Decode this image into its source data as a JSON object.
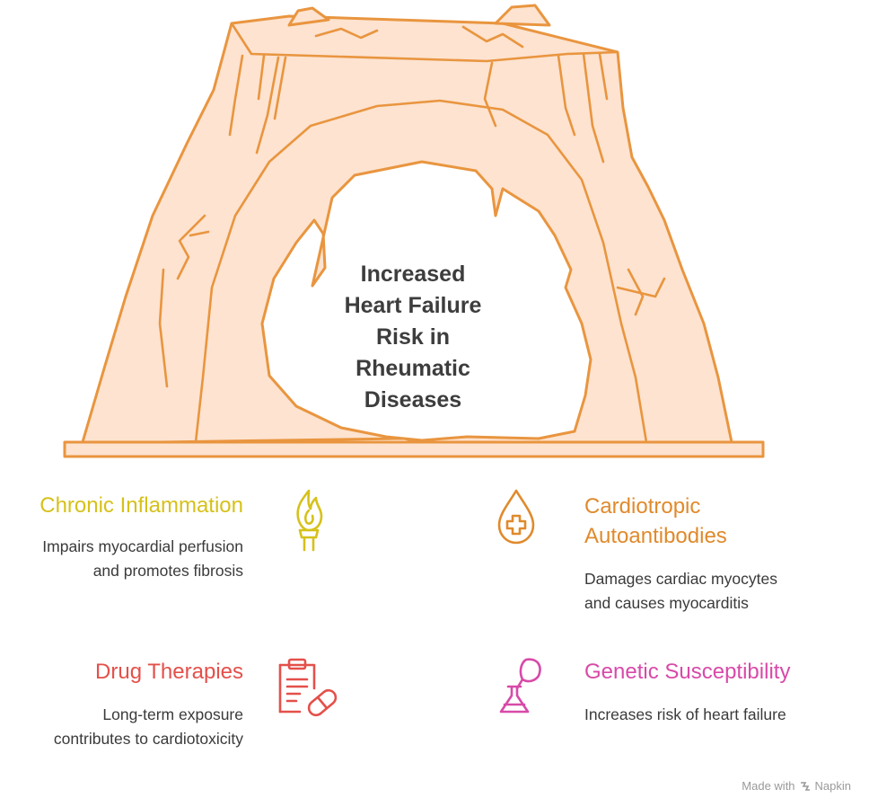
{
  "center": {
    "lines": [
      "Increased",
      "Heart Failure",
      "Risk in",
      "Rheumatic",
      "Diseases"
    ]
  },
  "items": [
    {
      "title": "Chronic Inflammation",
      "desc_lines": [
        "Impairs myocardial perfusion",
        "and promotes fibrosis"
      ],
      "color": "#d6c11a",
      "icon": "flame-icon"
    },
    {
      "title_lines": [
        "Cardiotropic",
        "Autoantibodies"
      ],
      "desc_lines": [
        "Damages cardiac myocytes",
        "and causes myocarditis"
      ],
      "color": "#e08a2c",
      "icon": "blood-drop-cross-icon"
    },
    {
      "title": "Drug Therapies",
      "desc_lines": [
        "Long-term exposure",
        "contributes to cardiotoxicity"
      ],
      "color": "#e4504a",
      "icon": "prescription-pill-icon"
    },
    {
      "title": "Genetic Susceptibility",
      "desc_lines": [
        "Increases risk of heart failure"
      ],
      "color": "#d84aa8",
      "icon": "flask-leaf-icon"
    }
  ],
  "colors": {
    "arch_fill": "#fde3d0",
    "arch_stroke": "#e9953f"
  },
  "footer": {
    "made_with": "Made with",
    "brand": "Napkin"
  }
}
